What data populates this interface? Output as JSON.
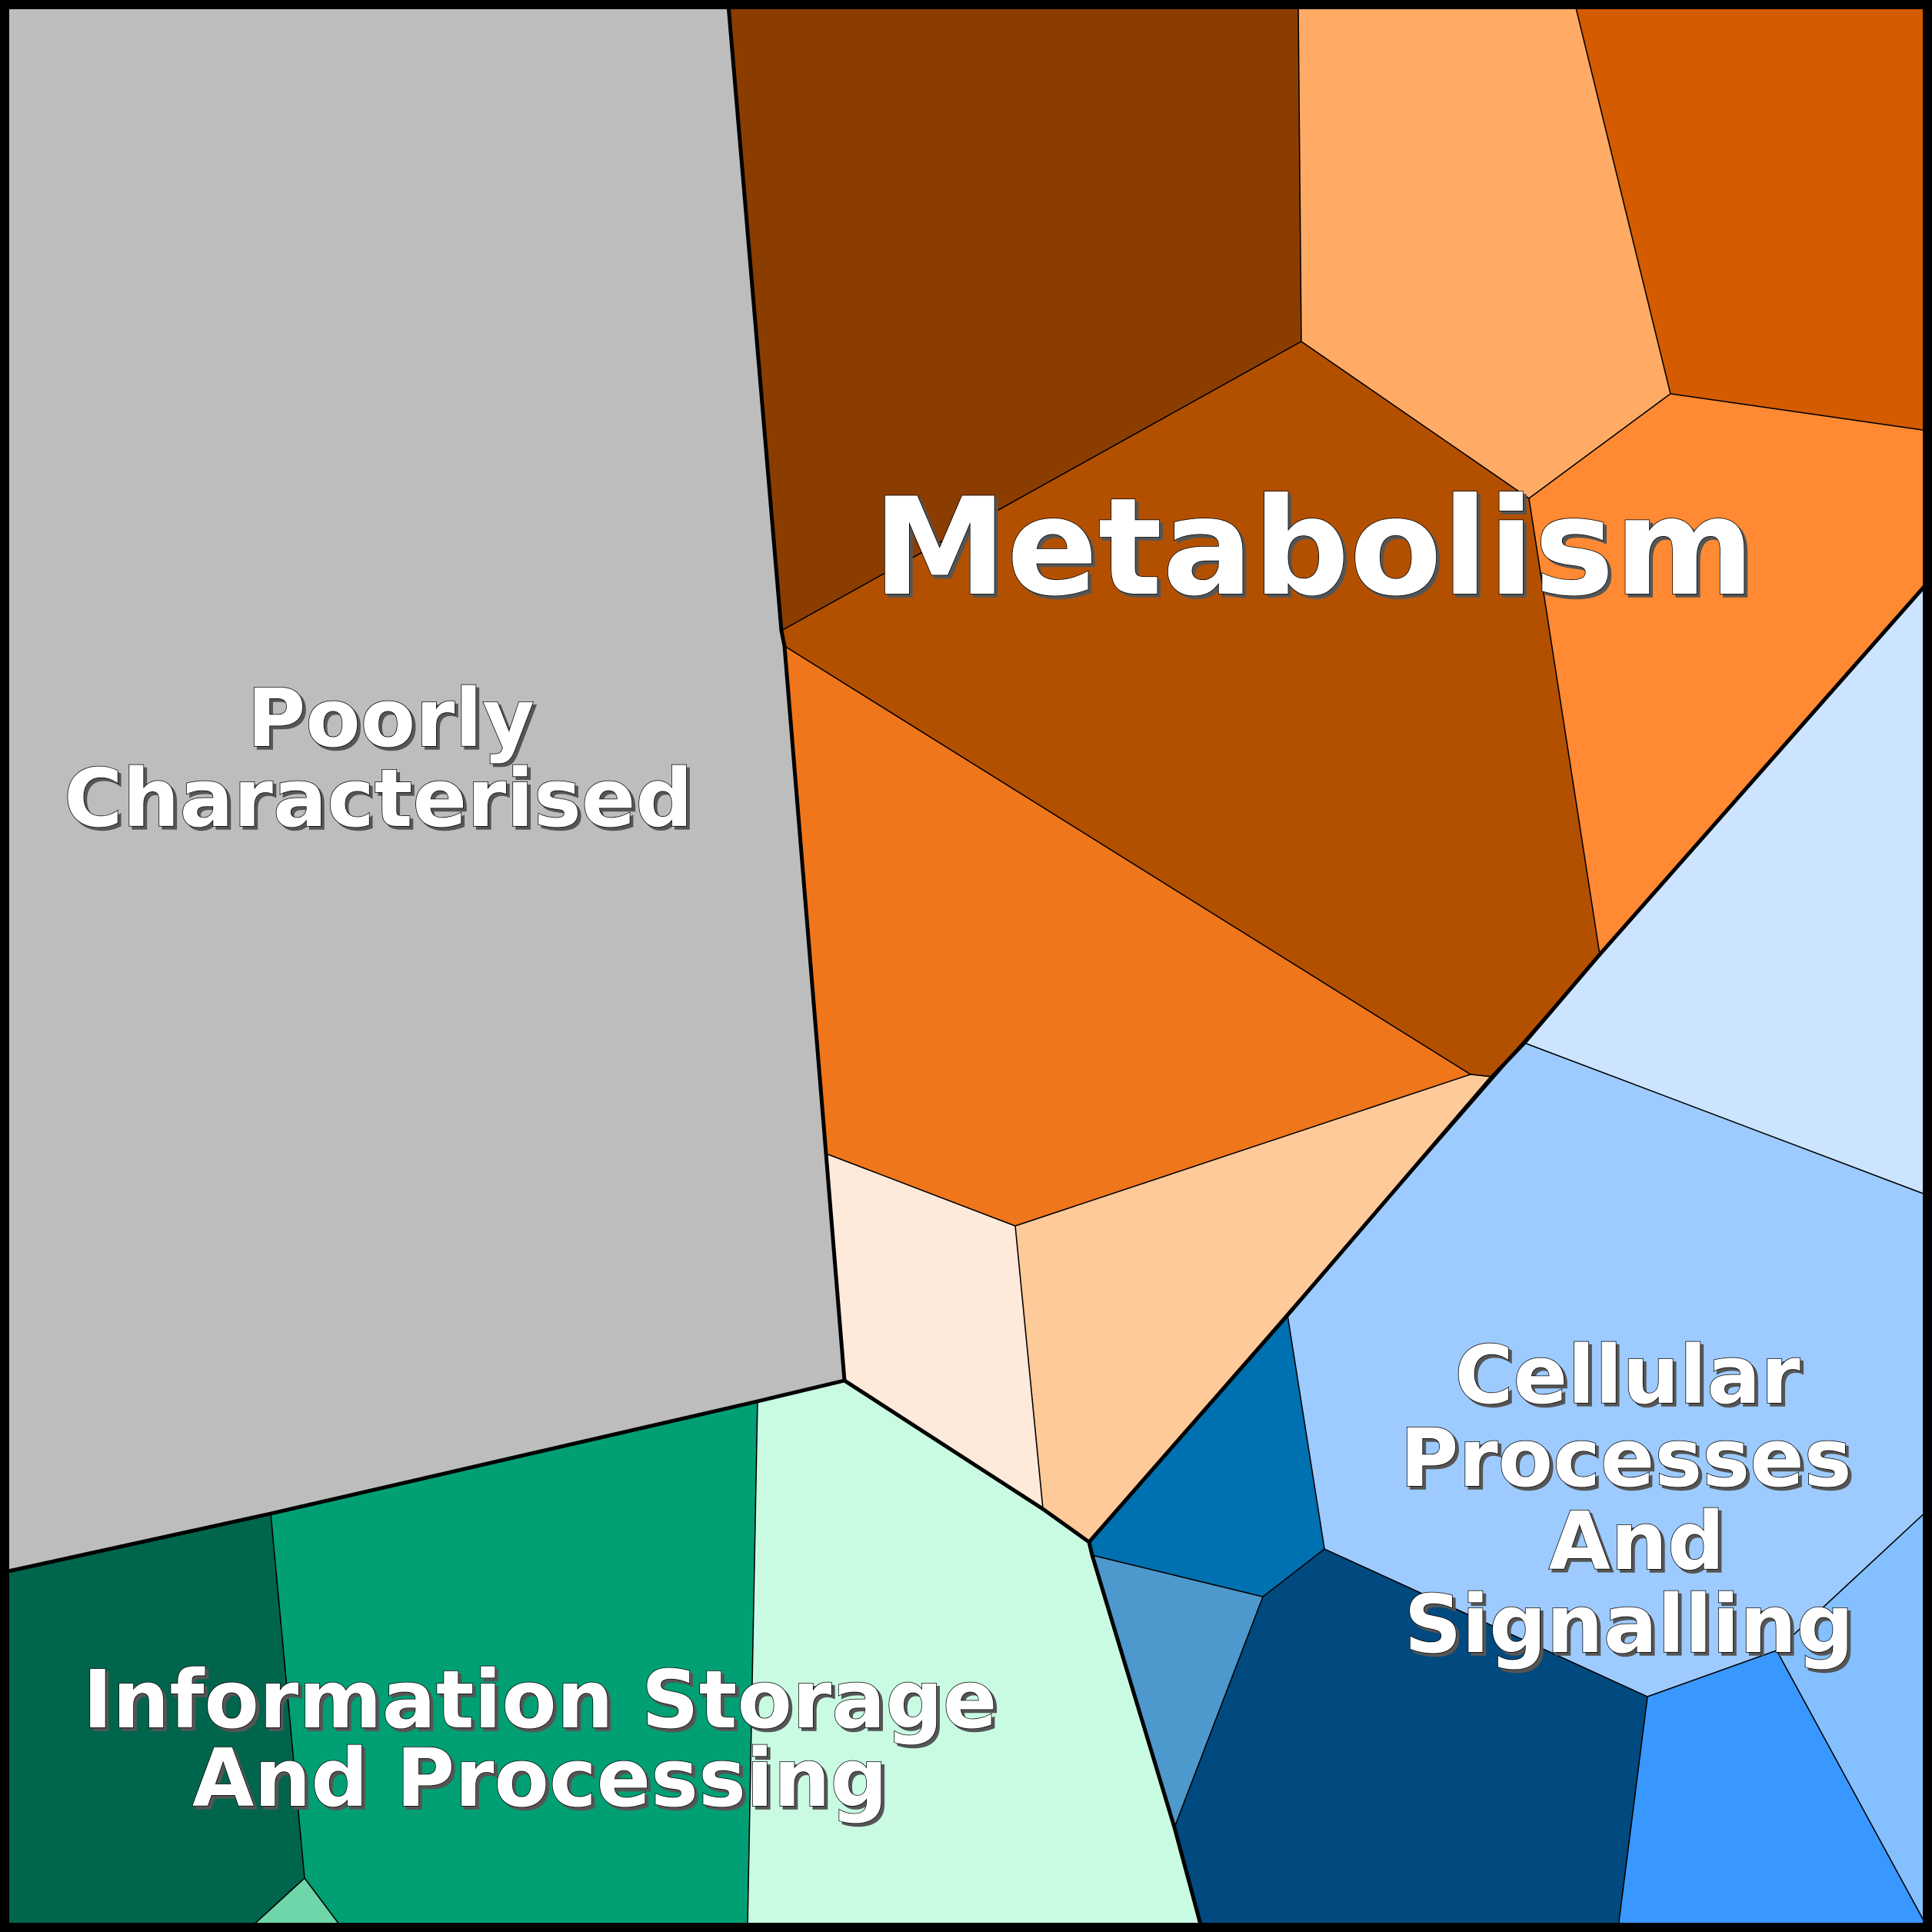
{
  "diagram": {
    "labels": {
      "poorly_characterised": [
        "Poorly",
        "Characterised"
      ],
      "metabolism": "Metabolism",
      "cellular_processes": [
        "Cellular",
        "Processes",
        "And",
        "Signalling"
      ],
      "information_storage": [
        "Information Storage",
        "And Processing"
      ]
    },
    "colors": {
      "poorly_characterised": "#bdbdbd",
      "metabolism": [
        "#8b3d00",
        "#b35000",
        "#ffab66",
        "#d45b00",
        "#ff8a33",
        "#f0761c",
        "#ffca99",
        "#feeadb"
      ],
      "cellular_processes": [
        "#cce4ff",
        "#9dcbff",
        "#84bfff",
        "#3898ff",
        "#004a7f",
        "#4d98cc",
        "#0071b0"
      ],
      "information_storage": [
        "#00654d",
        "#009f74",
        "#c9fbe3",
        "#6ed6a9"
      ]
    }
  }
}
